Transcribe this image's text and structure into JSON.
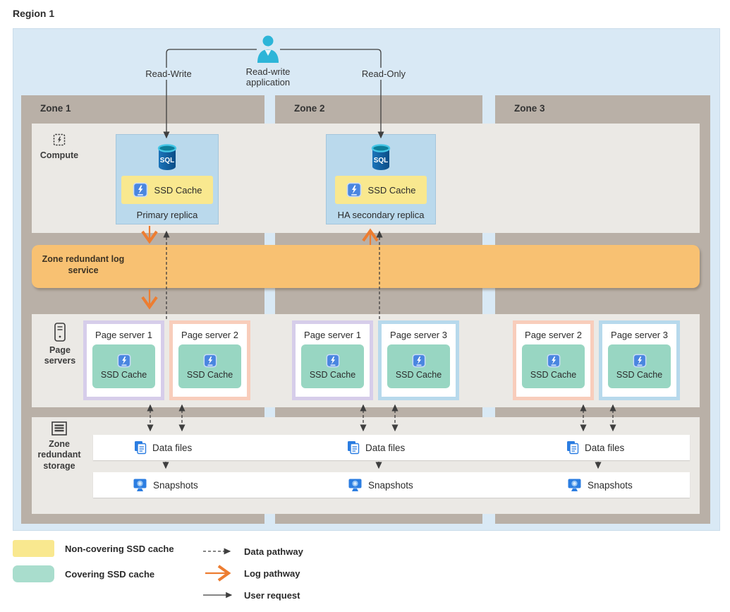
{
  "region": {
    "title": "Region 1"
  },
  "application": {
    "label": "Read-write application"
  },
  "requests": {
    "read_write": "Read-Write",
    "read_only": "Read-Only"
  },
  "zones": [
    {
      "label": "Zone 1"
    },
    {
      "label": "Zone 2"
    },
    {
      "label": "Zone 3"
    }
  ],
  "compute": {
    "label": "Compute",
    "db_label": "SQL",
    "replicas": [
      {
        "title": "Primary replica",
        "cache_label": "SSD Cache",
        "cache_type": "non-covering"
      },
      {
        "title": "HA secondary replica",
        "cache_label": "SSD Cache",
        "cache_type": "non-covering"
      }
    ]
  },
  "log_service": {
    "label": "Zone redundant log service"
  },
  "page_servers": {
    "label": "Page servers",
    "cache_label": "SSD Cache",
    "groups": [
      [
        {
          "name": "Page server 1",
          "variant": "lavender"
        },
        {
          "name": "Page server 2",
          "variant": "salmon"
        }
      ],
      [
        {
          "name": "Page server 1",
          "variant": "lavender"
        },
        {
          "name": "Page server 3",
          "variant": "blue"
        }
      ],
      [
        {
          "name": "Page server 2",
          "variant": "salmon"
        },
        {
          "name": "Page server 3",
          "variant": "blue"
        }
      ]
    ]
  },
  "storage": {
    "label": "Zone redundant storage",
    "data_files_label": "Data files",
    "snapshots_label": "Snapshots"
  },
  "legend": {
    "non_covering": "Non-covering SSD cache",
    "covering": "Covering SSD cache",
    "data_pathway": "Data pathway",
    "log_pathway": "Log pathway",
    "user_request": "User request"
  },
  "colors": {
    "region_bg": "#d9e9f5",
    "zone_bg": "#b9b0a7",
    "band_bg": "#ebe9e5",
    "log_band": "#f8c172",
    "non_covering_yellow": "#f9e88f",
    "covering_teal": "#98d6c2",
    "replica_bg": "#bad9ec",
    "ps_border_lavender": "#d6cdea",
    "ps_border_salmon": "#f8cdbb",
    "ps_border_blue": "#b7d9ec",
    "log_arrow": "#ed7d31",
    "app_icon": "#2db5d8"
  }
}
